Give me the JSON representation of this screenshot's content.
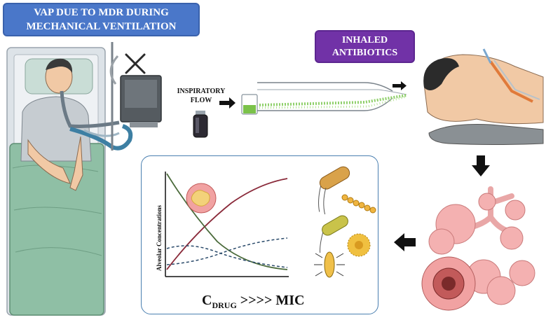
{
  "banners": {
    "vap_line1": "VAP DUE TO MDR DURING",
    "vap_line2": "MECHANICAL VENTILATION",
    "inhaled_line1": "INHALED",
    "inhaled_line2": "ANTIBIOTICS"
  },
  "flow": {
    "line1": "INSPIRATORY",
    "line2": "FLOW"
  },
  "chart": {
    "ylabel": "Alveolar Concentrations",
    "formula_main": "C",
    "formula_sub": "DRUG",
    "formula_rest": " >>>> MIC"
  },
  "colors": {
    "banner_blue": "#4a77c9",
    "banner_purple": "#7132a7",
    "rising_curve": "#8a2a3a",
    "falling_curve": "#4a6a3a",
    "dashed_curves": "#2a4a6a",
    "panel_border": "#4a7fb0",
    "lung": "#f2a7a7"
  },
  "icons": [
    "patient-in-bed",
    "ventilator",
    "crossed-out-icon",
    "drug-vial",
    "nebulizer",
    "endotracheal-tube",
    "intubated-patient",
    "lungs",
    "bacteria",
    "alveolus-cell",
    "arrow-right-icon",
    "arrow-down-icon",
    "arrow-left-icon"
  ]
}
